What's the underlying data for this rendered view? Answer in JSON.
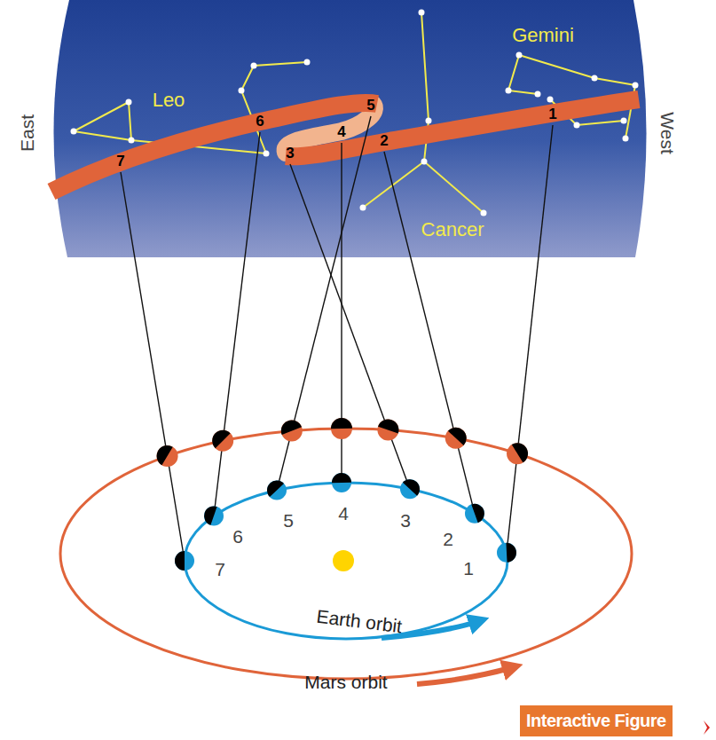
{
  "diagram": {
    "nodes": [
      {
        "text": [
          "Interactive Figure"
        ]
      }
    ],
    "labels": [
      "East",
      "West",
      "Gemini",
      "Leo",
      "Cancer",
      "1",
      "2",
      "3",
      "4",
      "5",
      "6",
      "7",
      "1",
      "2",
      "3",
      "4",
      "5",
      "6",
      "7",
      "Earth orbit",
      "Mars orbit"
    ]
  }
}
